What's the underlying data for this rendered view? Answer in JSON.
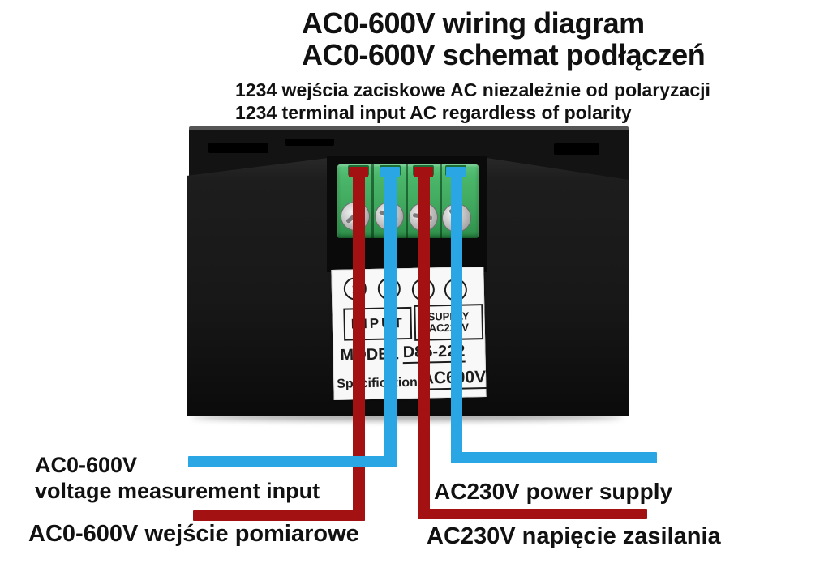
{
  "header": {
    "title1": "AC0-600V wiring diagram",
    "title2": "AC0-600V schemat podłączeń",
    "subtitle1": "1234 wejścia zaciskowe AC niezależnie od polaryzacji",
    "subtitle2": "1234 terminal input AC regardless of polarity"
  },
  "device": {
    "terminals": [
      "1",
      "2",
      "3",
      "4"
    ],
    "label": {
      "input": "INPUT",
      "supply1": "SUPPLY",
      "supply2": "AC220V",
      "model_prefix": "MODEL",
      "model_value": "D85-222",
      "spec_prefix": "Specification",
      "spec_value": "AC600V"
    }
  },
  "annotations": {
    "left1": "AC0-600V",
    "left2": "voltage measurement input",
    "left3": "AC0-600V wejście pomiarowe",
    "right1": "AC230V power supply",
    "right2": "AC230V napięcie zasilania"
  },
  "colors": {
    "wire_red": "#a31113",
    "wire_blue": "#2aa6e5",
    "terminal_green": "#3fa75d"
  }
}
